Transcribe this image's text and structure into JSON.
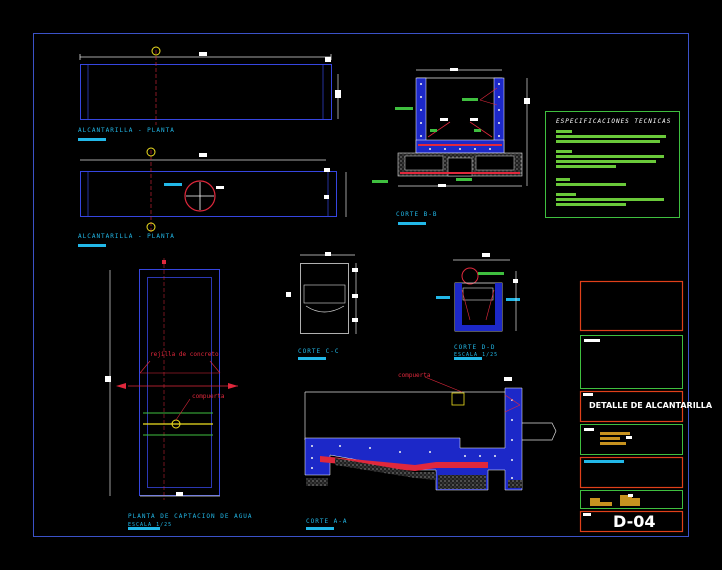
{
  "sheet": {
    "drawing_title": "DETALLE DE ALCANTARILLA",
    "sheet_code": "D-04"
  },
  "labels": {
    "plan_top": "ALCANTARILLA - PLANTA",
    "plan_mid": "ALCANTARILLA - PLANTA",
    "plan_large": "PLANTA DE CAPTACION DE AGUA",
    "plan_large_scale": "ESCALA 1/25",
    "section_bb": "CORTE B-B",
    "section_bb_scale": "",
    "elevation_small": "CORTE C-C",
    "section_cc": "CORTE D-D",
    "section_cc_scale": "ESCALA 1/25",
    "section_aa": "CORTE A-A",
    "callout_rejilla": "rejilla de concreto",
    "callout_compuerta_plan": "compuerta",
    "callout_compuerta_section": "compuerta"
  },
  "specs": {
    "title": "ESPECIFICACIONES TECNICAS"
  },
  "colors": {
    "background": "#000000",
    "frame": "#3b52c8",
    "title_block": "#e0401a",
    "green_block": "#3fbf3f",
    "spec_fill": "#6ac93a",
    "text_cyan": "#22b8e8",
    "hatch_red": "#e0283c",
    "rebar_blue": "#2a3cff",
    "concrete_gray": "#9a9a9a",
    "gold_fill": "#c7921f"
  }
}
